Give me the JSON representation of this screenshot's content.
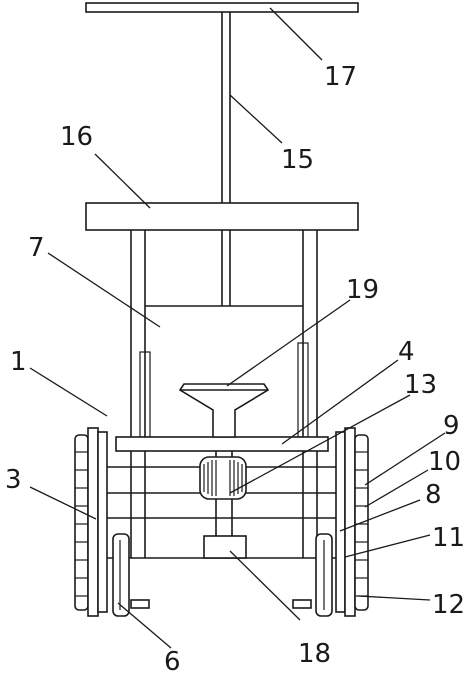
{
  "labels": {
    "l1": "1",
    "l3": "3",
    "l4": "4",
    "l6": "6",
    "l7": "7",
    "l8": "8",
    "l9": "9",
    "l10": "10",
    "l11": "11",
    "l12": "12",
    "l13": "13",
    "l15": "15",
    "l16": "16",
    "l17": "17",
    "l18": "18",
    "l19": "19"
  }
}
